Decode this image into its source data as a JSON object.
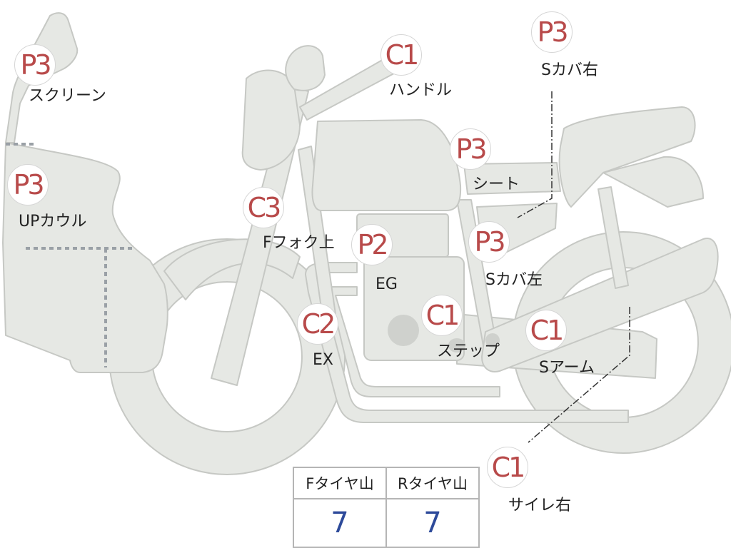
{
  "colors": {
    "badge_text": "#b84a4a",
    "part_fill": "#e6e8e4",
    "part_stroke": "#c6c8c4",
    "tire_value": "#2d4a9a"
  },
  "parts": {
    "screen": {
      "grade": "P3",
      "label": "スクリーン"
    },
    "upcowl": {
      "grade": "P3",
      "label": "UPカウル"
    },
    "handle": {
      "grade": "C1",
      "label": "ハンドル"
    },
    "fork": {
      "grade": "C3",
      "label": "Fフォク上"
    },
    "engine": {
      "grade": "P2",
      "label": "EG"
    },
    "exhaust": {
      "grade": "C2",
      "label": "EX"
    },
    "step": {
      "grade": "C1",
      "label": "ステップ"
    },
    "seat": {
      "grade": "P3",
      "label": "シート"
    },
    "scover_l": {
      "grade": "P3",
      "label": "Sカバ左"
    },
    "scover_r": {
      "grade": "P3",
      "label": "Sカバ右"
    },
    "swingarm": {
      "grade": "C1",
      "label": "Sアーム"
    },
    "muffler_r": {
      "grade": "C1",
      "label": "サイレ右"
    }
  },
  "tire_table": {
    "headers": [
      "Fタイヤ山",
      "Rタイヤ山"
    ],
    "values": [
      "7",
      "7"
    ]
  }
}
